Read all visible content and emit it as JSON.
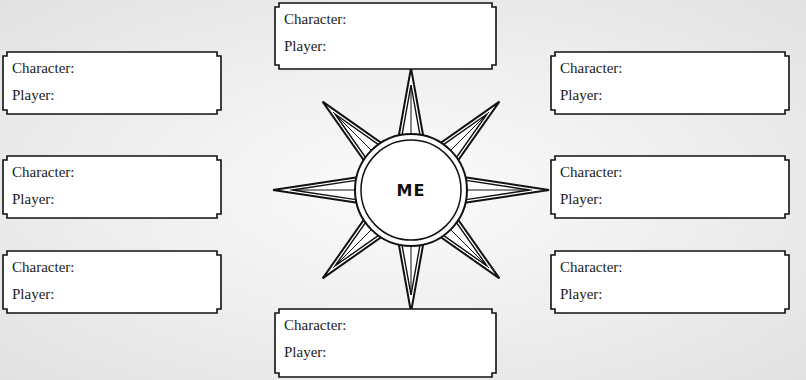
{
  "diagram": {
    "nodes": [
      {
        "text": [
          "Character:",
          "Player:"
        ]
      },
      {
        "text": [
          "Character:",
          "Player:"
        ]
      },
      {
        "text": [
          "Character:",
          "Player:"
        ]
      },
      {
        "text": [
          "Character:",
          "Player:"
        ]
      },
      {
        "text": [
          "ME"
        ]
      },
      {
        "text": [
          "Character:",
          "Player:"
        ]
      },
      {
        "text": [
          "Character:",
          "Player:"
        ]
      },
      {
        "text": [
          "Character:",
          "Player:"
        ]
      },
      {
        "text": [
          "Character:",
          "Player:"
        ]
      }
    ]
  }
}
